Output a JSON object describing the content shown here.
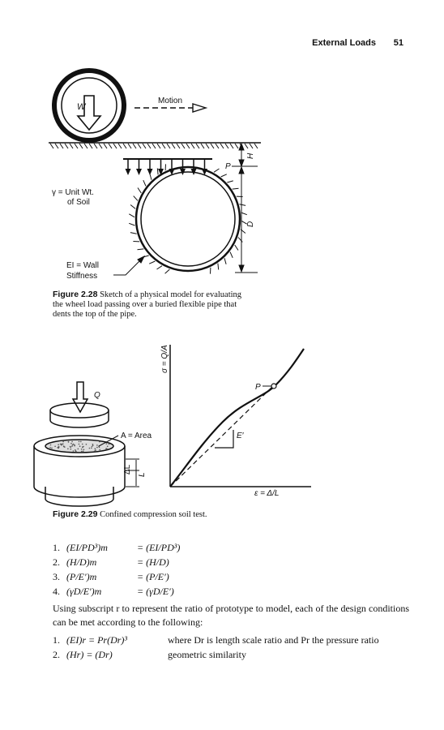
{
  "header": {
    "title": "External Loads",
    "page": "51"
  },
  "fig228": {
    "label_W": "W",
    "label_motion": "Motion",
    "label_P": "P",
    "label_H": "H",
    "label_D": "D",
    "label_gamma_1": "γ = Unit Wt.",
    "label_gamma_2": "of Soil",
    "label_EI_1": "EI = Wall",
    "label_EI_2": "Stiffness",
    "caption_num": "Figure 2.28",
    "caption_l1": "Sketch of a physical model for evaluating",
    "caption_l2": "the wheel load passing over a buried flexible pipe that",
    "caption_l3": "dents the top of the pipe."
  },
  "fig229": {
    "label_Q": "Q",
    "label_area": "A = Area",
    "label_dL": "ΔL",
    "label_L": "L",
    "label_sigma": "σ = Q/A",
    "label_P": "P",
    "label_E": "E′",
    "label_eps": "ε = Δ/L",
    "caption_num": "Figure 2.29",
    "caption_text": "Confined compression soil test."
  },
  "equations": [
    {
      "num": "1.",
      "left": "(EI/PD³)m",
      "right": "= (EI/PD³)"
    },
    {
      "num": "2.",
      "left": "(H/D)m",
      "right": "= (H/D)"
    },
    {
      "num": "3.",
      "left": "(P/E′)m",
      "right": "= (P/E′)"
    },
    {
      "num": "4.",
      "left": "(γD/E′)m",
      "right": "= (γD/E′)"
    }
  ],
  "paragraph": "Using subscript r to represent the ratio of prototype to model, each of the design conditions can be met according to the following:",
  "conditions": [
    {
      "num": "1.",
      "eq": "(EI)r = Pr(Dr)³",
      "desc": "where Dr is length scale ratio and Pr the pressure ratio"
    },
    {
      "num": "2.",
      "eq": "(Hr) = (Dr)",
      "desc": "geometric similarity"
    }
  ]
}
